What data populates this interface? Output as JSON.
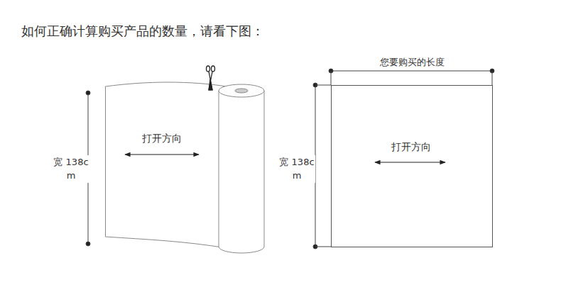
{
  "diagram": {
    "title": "如何正确计算购买产品的数量，请看下图：",
    "nodes": [
      {
        "text": [
          "打开方向"
        ]
      },
      {
        "text": [
          "打开方向"
        ]
      }
    ],
    "labels": [
      "宽 138cm",
      "您要购买的长度",
      "宽 138cm"
    ]
  }
}
